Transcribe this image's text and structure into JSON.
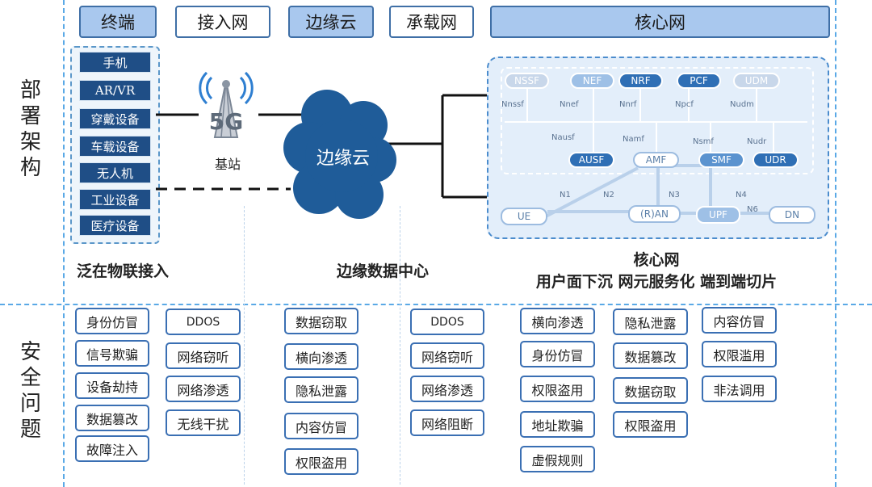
{
  "side_labels": {
    "deployment": "部署架构",
    "security": "安全问题"
  },
  "headers": [
    "终端",
    "接入网",
    "边缘云",
    "承载网",
    "核心网"
  ],
  "terminals": [
    "手机",
    "AR/VR",
    "穿戴设备",
    "车载设备",
    "无人机",
    "工业设备",
    "医疗设备"
  ],
  "base_station": {
    "icon_text": "5G",
    "label": "基站"
  },
  "edge_cloud_label": "边缘云",
  "core": {
    "top_nfs": [
      "NSSF",
      "NEF",
      "NRF",
      "PCF",
      "UDM"
    ],
    "top_ifaces": [
      "Nnssf",
      "Nnef",
      "Nnrf",
      "Npcf",
      "Nudm"
    ],
    "mid_ifaces": [
      "Nausf",
      "Namf",
      "Nsmf",
      "Nudr"
    ],
    "mid_nfs": [
      "AUSF",
      "AMF",
      "SMF",
      "UDR"
    ],
    "bottom_ifaces": [
      "N1",
      "N2",
      "N3",
      "N4",
      "N6"
    ],
    "bottom_nodes": [
      "UE",
      "(R)AN",
      "UPF",
      "DN"
    ]
  },
  "captions": {
    "terminal": "泛在物联接入",
    "edge": "边缘数据中心",
    "core_line1": "核心网",
    "core_line2": "用户面下沉  网元服务化  端到端切片"
  },
  "security": {
    "col1": [
      "身份仿冒",
      "信号欺骗",
      "设备劫持",
      "数据篡改",
      "故障注入"
    ],
    "col2": [
      "DDOS",
      "网络窃听",
      "网络渗透",
      "无线干扰"
    ],
    "col3": [
      "数据窃取",
      "横向渗透",
      "隐私泄露",
      "内容仿冒",
      "权限盗用"
    ],
    "col4": [
      "DDOS",
      "网络窃听",
      "网络渗透",
      "网络阻断"
    ],
    "col5": [
      "横向渗透",
      "身份仿冒",
      "权限盗用",
      "地址欺骗",
      "虚假规则"
    ],
    "col6": [
      "隐私泄露",
      "数据篡改",
      "数据窃取",
      "权限盗用"
    ],
    "col7": [
      "内容仿冒",
      "权限滥用",
      "非法调用"
    ]
  },
  "colors": {
    "frame": "#5aa9e6",
    "header_fill": "#a9c8ee",
    "terminal_fill": "#1f4e86",
    "cloud": "#1f5c99"
  }
}
